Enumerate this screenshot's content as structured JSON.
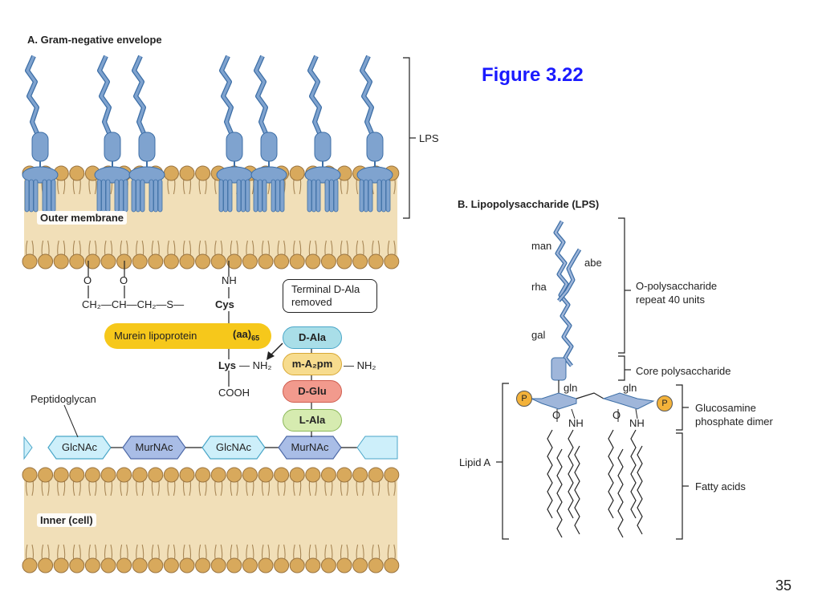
{
  "slide": {
    "figure_title": "Figure 3.22",
    "page_number": "35"
  },
  "panel_a": {
    "title": "A. Gram-negative envelope",
    "lps_bracket_label": "LPS",
    "outer_membrane_label": "Outer membrane",
    "inner_membrane_label": "Inner (cell)",
    "peptidoglycan_label": "Peptidoglycan",
    "lipoprotein": {
      "o1": "O",
      "o2": "O",
      "nh": "NH",
      "chain": "CH₂—CH—CH₂—S—",
      "cys": "Cys",
      "murein_label": "Murein lipoprotein",
      "aa_label": "(aa)",
      "aa_sub": "65",
      "lys": "Lys",
      "lys_nh2": "— NH₂",
      "cooh": "COOH"
    },
    "terminal_box": [
      "Terminal D-Ala",
      "removed"
    ],
    "peptide_stem": [
      {
        "label": "D-Ala",
        "color": "#a9dee8"
      },
      {
        "label": "m-A₂pm",
        "color": "#f7dc8e"
      },
      {
        "label": "D-Glu",
        "color": "#f29a8d"
      },
      {
        "label": "L-Ala",
        "color": "#d6ebb0"
      }
    ],
    "a2pm_nh2": "— NH₂",
    "glycan_chain": [
      "GlcNAc",
      "MurNAc",
      "GlcNAc",
      "MurNAc"
    ],
    "colors": {
      "lipid_head": "#d8a95c",
      "lipid_tail": "#f1dfb8",
      "lps_blue": "#7fa3cf",
      "lps_dark": "#3c6ea6",
      "murein_yellow": "#f6c81b",
      "glcnac": "#cdeffa",
      "murnac": "#a9bde6"
    }
  },
  "panel_b": {
    "title": "B. Lipopolysaccharide (LPS)",
    "sugars": [
      "man",
      "abe",
      "rha",
      "gal"
    ],
    "o_poly_label": [
      "O-polysaccharide",
      "repeat 40 units"
    ],
    "core_label": "Core polysaccharide",
    "gln_labels": [
      "gln",
      "gln"
    ],
    "phosphate": "P",
    "o_labels": [
      "O",
      "O"
    ],
    "nh_labels": [
      "NH",
      "NH"
    ],
    "glucosamine_label": [
      "Glucosamine",
      "phosphate dimer"
    ],
    "lipid_a_label": "Lipid A",
    "fatty_acids_label": "Fatty acids"
  }
}
